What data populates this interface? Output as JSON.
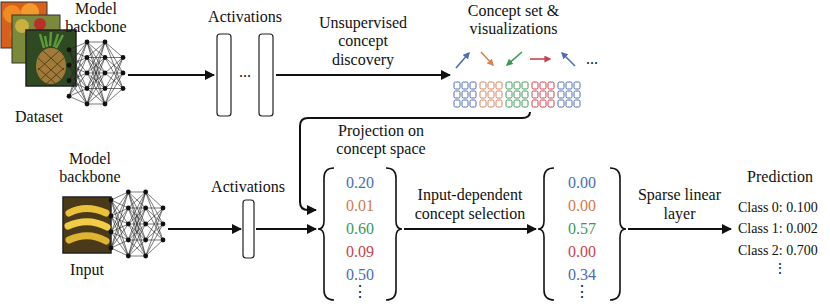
{
  "diagram": {
    "nodes": [
      {
        "text": [
          "Dataset"
        ]
      },
      {
        "text": [
          "Model backbone"
        ]
      },
      {
        "text": [
          "Activations",
          "..."
        ]
      },
      {
        "text": [
          "Concept set & visualizations",
          "..."
        ]
      },
      {
        "text": [
          "Input"
        ]
      },
      {
        "text": [
          "Model backbone"
        ]
      },
      {
        "text": [
          "Activations"
        ]
      },
      {
        "text": [
          "Projection on concept space",
          "0.20",
          "0.01",
          "0.60",
          "0.09",
          "0.50",
          "⋮"
        ]
      },
      {
        "text": [
          "0.00",
          "0.00",
          "0.57",
          "0.00",
          "0.34",
          "⋮"
        ]
      },
      {
        "text": [
          "Prediction",
          "Class 0: 0.100",
          "Class 1: 0.002",
          "Class 2: 0.700",
          "⋮"
        ]
      }
    ],
    "edges": [
      {
        "from": 1,
        "to": 2,
        "arrow": "to"
      },
      {
        "from": 2,
        "to": 3,
        "arrow": "to",
        "label": "Unsupervised concept discovery"
      },
      {
        "from": 3,
        "to": 7,
        "arrow": "to"
      },
      {
        "from": 5,
        "to": 6,
        "arrow": "to"
      },
      {
        "from": 6,
        "to": 7,
        "arrow": "to"
      },
      {
        "from": 7,
        "to": 8,
        "arrow": "to",
        "label": "Input-dependent concept selection"
      },
      {
        "from": 8,
        "to": 9,
        "arrow": "to",
        "label": "Sparse linear layer"
      }
    ]
  }
}
